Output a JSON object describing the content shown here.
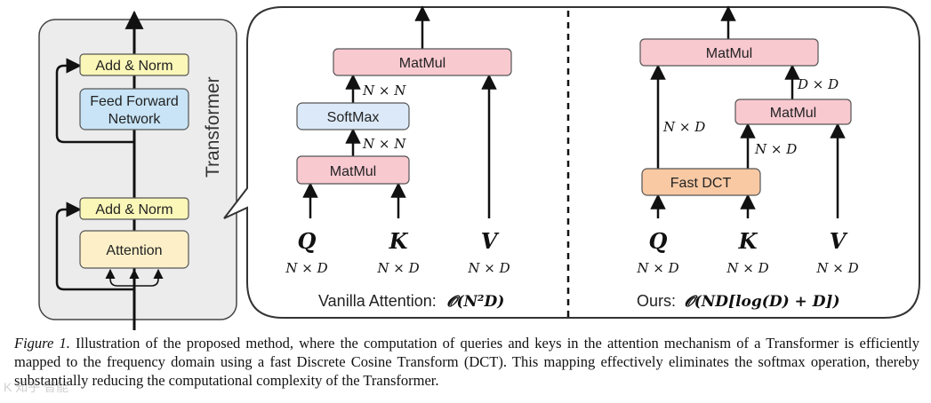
{
  "colors": {
    "add_norm": "#fbf7b8",
    "feed_forward": "#c8e4f6",
    "attention": "#fdf0c8",
    "softmax": "#dce9f8",
    "matmul": "#f9c9d0",
    "fast_dct": "#f9c9a4",
    "panel_gray": "#ececec"
  },
  "transformer": {
    "label": "Transformer",
    "add_norm_top": "Add & Norm",
    "feed_forward_line1": "Feed Forward",
    "feed_forward_line2": "Network",
    "add_norm_bottom": "Add & Norm",
    "attention": "Attention"
  },
  "vanilla": {
    "matmul_top": "MatMul",
    "softmax": "SoftMax",
    "matmul_bottom": "MatMul",
    "edge_top": "N × N",
    "edge_bottom": "N × N",
    "q": "Q",
    "k": "K",
    "v": "V",
    "q_dim": "N × D",
    "k_dim": "N × D",
    "v_dim": "N × D",
    "caption_text": "Vanilla Attention:",
    "complexity": "𝓞(N²D)"
  },
  "ours": {
    "matmul_top": "MatMul",
    "matmul_mid": "MatMul",
    "fast_dct": "Fast DCT",
    "edge_left": "N × D",
    "edge_right_top": "D × D",
    "edge_right_bottom": "N × D",
    "q": "Q",
    "k": "K",
    "v": "V",
    "q_dim": "N × D",
    "k_dim": "N × D",
    "v_dim": "N × D",
    "caption_text": "Ours:",
    "complexity": "𝓞(ND[log(D) + D])"
  },
  "caption": {
    "label": "Figure 1.",
    "text": "Illustration of the proposed method, where the computation of queries and keys in the attention mechanism of a Transformer is efficiently mapped to the frequency domain using a fast Discrete Cosine Transform (DCT). This mapping effectively eliminates the softmax operation, thereby substantially reducing the computational complexity of the Transformer."
  },
  "watermark": "K 知乎 智能"
}
